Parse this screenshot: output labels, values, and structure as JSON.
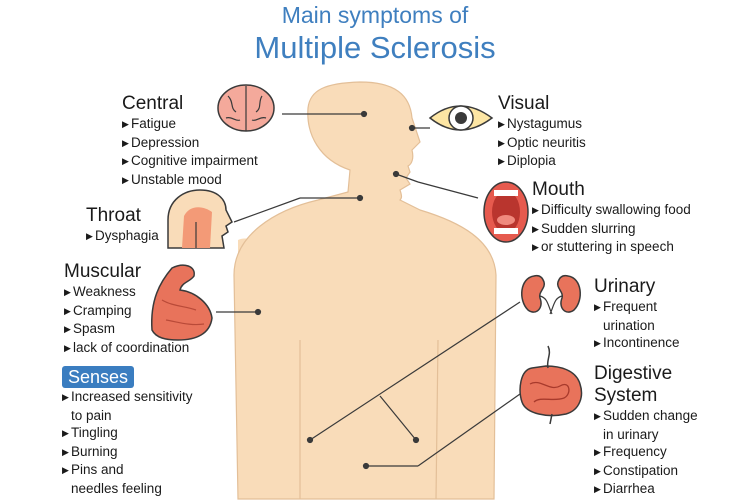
{
  "title": {
    "line1": "Main symptoms of",
    "line2": "Multiple Sclerosis"
  },
  "groups": {
    "central": {
      "heading": "Central",
      "items": [
        "Fatigue",
        "Depression",
        "Cognitive impairment",
        "Unstable mood"
      ]
    },
    "throat": {
      "heading": "Throat",
      "items": [
        "Dysphagia"
      ]
    },
    "muscular": {
      "heading": "Muscular",
      "items": [
        "Weakness",
        "Cramping",
        "Spasm",
        "lack of coordination"
      ]
    },
    "senses": {
      "heading": "Senses",
      "items": [
        "Increased sensitivity",
        "to pain",
        "Tingling",
        "Burning",
        "Pins and",
        "needles feeling"
      ]
    },
    "visual": {
      "heading": "Visual",
      "items": [
        "Nystagumus",
        "Optic neuritis",
        "Diplopia"
      ]
    },
    "mouth": {
      "heading": "Mouth",
      "items": [
        "Difficulty swallowing food",
        "Sudden slurring",
        "or stuttering in speech"
      ]
    },
    "urinary": {
      "heading": "Urinary",
      "items": [
        "Frequent",
        "urination",
        "Incontinence"
      ]
    },
    "digestive": {
      "heading_line1": "Digestive",
      "heading_line2": "System",
      "items": [
        "Sudden change",
        "in urinary",
        "Frequency",
        "Constipation",
        "Diarrhea"
      ]
    }
  },
  "colors": {
    "title": "#3f7fbf",
    "body_fill": "#f9dcb9",
    "body_stroke": "#e3bf98",
    "badge": "#3a7dc0",
    "connector": "#3a3a3a"
  },
  "icons": [
    "brain-icon",
    "eye-icon",
    "mouth-icon",
    "throat-icon",
    "arm-muscle-icon",
    "kidneys-icon",
    "intestines-icon"
  ]
}
